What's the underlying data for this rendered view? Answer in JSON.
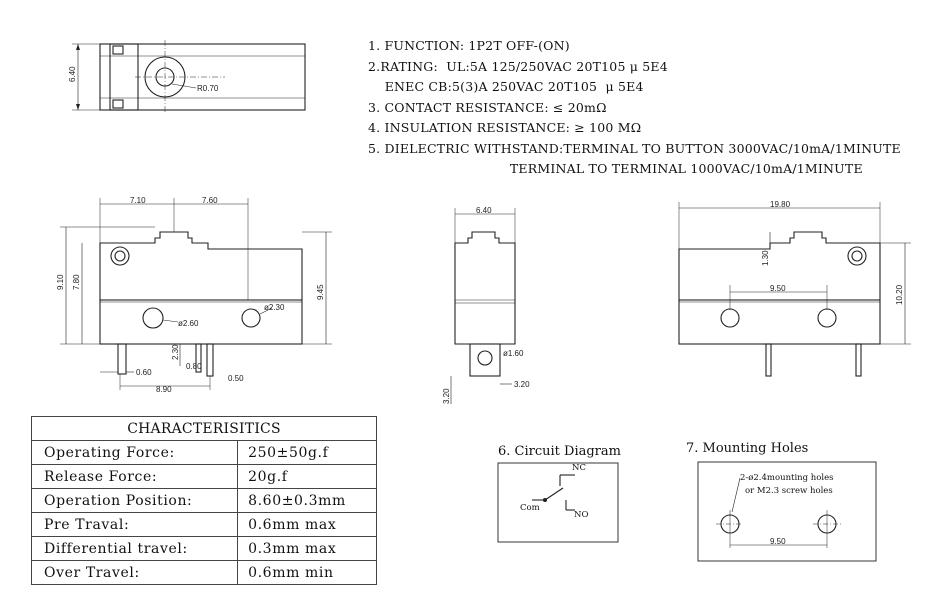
{
  "notes": [
    "1. FUNCTION: 1P2T OFF-(ON)",
    "2.RATING:  UL:5A 125/250VAC 20T105 μ 5E4",
    "    ENEC CB:5(3)A 250VAC 20T105  μ 5E4",
    "3. CONTACT RESISTANCE: ≤ 20mΩ",
    "4. INSULATION RESISTANCE: ≥ 100 MΩ",
    "5. DIELECTRIC WITHSTAND:TERMINAL TO BUTTON 3000VAC/10mA/1MINUTE",
    "                                  TERMINAL TO TERMINAL 1000VAC/10mA/1MINUTE"
  ],
  "dims": {
    "top_h": "6.40",
    "top_r": "R0.70",
    "front_w1": "7.10",
    "front_w2": "7.60",
    "front_h1": "9.10",
    "front_h2": "7.80",
    "front_h3": "9.45",
    "front_hole1": "ø2.60",
    "front_hole2": "ø2.30",
    "front_pin_h": "2.30",
    "front_pin_a": "0.60",
    "front_pin_b": "0.80",
    "front_pin_c": "0.50",
    "front_pin_span": "8.90",
    "side_w": "6.40",
    "side_hole": "ø1.60",
    "side_t1": "3.20",
    "side_t2": "3.20",
    "back_w": "19.80",
    "back_span": "9.50",
    "back_btn": "1.30",
    "back_h": "10.20",
    "mount_span": "9.50"
  },
  "characteristics": {
    "title": "CHARACTERISITICS",
    "rows": [
      {
        "label": "Operating  Force:",
        "value": "250±50g.f"
      },
      {
        "label": "Release  Force:",
        "value": "20g.f"
      },
      {
        "label": "Operation  Position:",
        "value": "8.60±0.3mm"
      },
      {
        "label": "Pre  Traval:",
        "value": "0.6mm  max"
      },
      {
        "label": "Differential  travel:",
        "value": "0.3mm  max"
      },
      {
        "label": "Over  Travel:",
        "value": "0.6mm  min"
      }
    ]
  },
  "circuit": {
    "title": "6. Circuit Diagram",
    "nc": "NC",
    "no": "NO",
    "com": "Com"
  },
  "mounting": {
    "title": "7. Mounting Holes",
    "note1": "2-ø2.4mounting holes",
    "note2": "or M2.3 screw holes"
  }
}
